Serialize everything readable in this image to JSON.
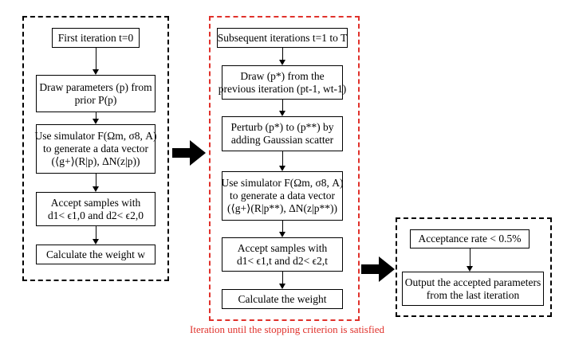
{
  "panels": {
    "first": {
      "steps": [
        [
          "First iteration t=0"
        ],
        [
          "Draw parameters (p) from",
          "prior P(p)"
        ],
        [
          "Use simulator F(Ωm, σ8, A)",
          "to generate a data vector",
          "(⟨g+⟩(R|p), ΔN(z|p))"
        ],
        [
          "Accept samples with",
          "d1< ϵ1,0 and d2< ϵ2,0"
        ],
        [
          "Calculate the weight w"
        ]
      ]
    },
    "subsequent": {
      "steps": [
        [
          "Subsequent iterations t=1 to T"
        ],
        [
          "Draw (p*) from the",
          "previous iteration (pt-1, wt-1)"
        ],
        [
          "Perturb (p*) to (p**) by",
          "adding Gaussian scatter"
        ],
        [
          "Use simulator F(Ωm, σ8, A)",
          "to generate a data vector",
          "(⟨g+⟩(R|p**), ΔN(z|p**))"
        ],
        [
          "Accept samples with",
          "d1< ϵ1,t and d2< ϵ2,t"
        ],
        [
          "Calculate the weight"
        ]
      ],
      "caption": "Iteration until the stopping criterion is satisfied"
    },
    "final": {
      "steps": [
        [
          "Acceptance rate < 0.5%"
        ],
        [
          "Output the accepted parameters",
          "from the last iteration"
        ]
      ]
    }
  },
  "colors": {
    "red": "#e0312b",
    "black": "#000000"
  }
}
